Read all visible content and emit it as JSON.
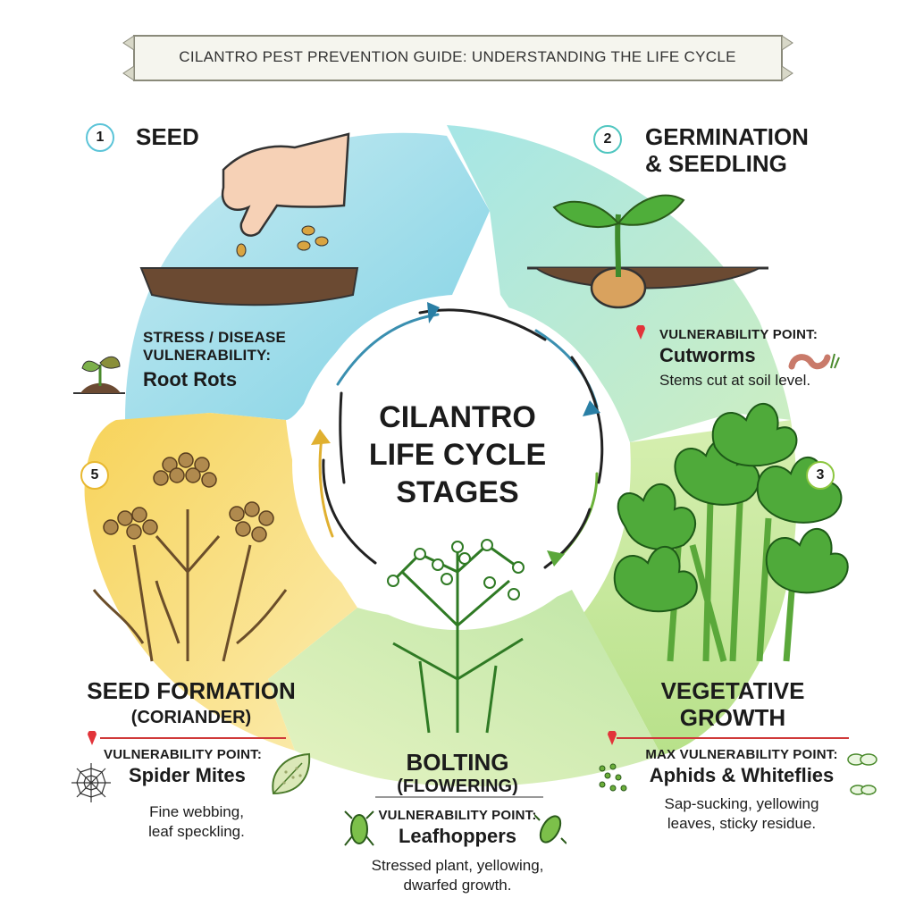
{
  "title": "CILANTRO PEST PREVENTION GUIDE: UNDERSTANDING THE LIFE CYCLE",
  "center": {
    "line1": "CILANTRO",
    "line2": "LIFE CYCLE",
    "line3": "STAGES"
  },
  "stages": [
    {
      "number": "1",
      "title": "SEED",
      "color": "#5bc4d8"
    },
    {
      "number": "2",
      "title_line1": "GERMINATION",
      "title_line2": "& SEEDLING",
      "color": "#4fc6c0"
    },
    {
      "number": "3",
      "title_line1": "VEGETATIVE",
      "title_line2": "GROWTH",
      "color": "#8cc63f"
    },
    {
      "number": "",
      "title_line1": "BOLTING",
      "title_line2": "(FLOWERING)",
      "color": "#7cc24a"
    },
    {
      "number": "5",
      "title_line1": "SEED FORMATION",
      "title_line2": "(CORIANDER)",
      "color": "#e8b830"
    }
  ],
  "vulnerabilities": {
    "seed": {
      "label_line1": "STRESS / DISEASE",
      "label_line2": "VULNERABILITY:",
      "pest": "Root Rots"
    },
    "seedling": {
      "label": "VULNERABILITY POINT:",
      "pest": "Cutworms",
      "symptom": "Stems cut at soil level."
    },
    "vegetative": {
      "label": "MAX VULNERABILITY POINT:",
      "pest": "Aphids & Whiteflies",
      "symptom_line1": "Sap-sucking, yellowing",
      "symptom_line2": "leaves, sticky residue."
    },
    "bolting": {
      "label": "VULNERABILITY POINT:",
      "pest": "Leafhoppers",
      "symptom_line1": "Stressed plant, yellowing,",
      "symptom_line2": "dwarfed growth."
    },
    "seed_formation": {
      "label": "VULNERABILITY POINT:",
      "pest": "Spider Mites",
      "symptom_line1": "Fine webbing,",
      "symptom_line2": "leaf speckling."
    }
  },
  "colors": {
    "pin": "#e2343a",
    "divider": "#d03a3a",
    "text": "#1b1b1b"
  }
}
